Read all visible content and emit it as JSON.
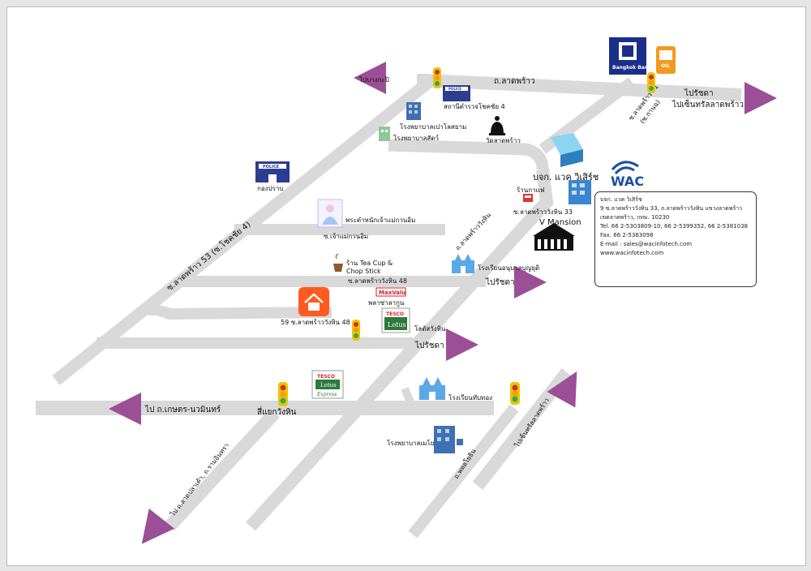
{
  "map": {
    "company_name": "บจก. แวค วิเสิร์ช",
    "logo_text": "WAC",
    "info": {
      "name": "บจก. แวค วิเสิร์ช",
      "address_1": "9 ซ.ลาดพร้าววังหิน 33, ถ.ลาดพร้าววังหิน แขวงลาดพร้าว",
      "address_2": "เขตลาดพร้าว, กทม. 10230",
      "tel": "Tel. 66 2-5303809-10, 66 2-5399352, 66 2-5381038",
      "fax": "Fax. 66 2-5383098",
      "email": "E-mail : sales@wacinfotech.com",
      "web": "www.wacinfotech.com"
    },
    "roads": {
      "lat_phrao": "ถ.ลาดพร้าว",
      "lat_phrao_53": "ซ.ลาดพร้าว 53 (ซ.โชคชัย 4)",
      "lat_phrao_41": "ซ.ลาดพร้าว 41",
      "soi_kanpai": "(ซ.กานฉ)",
      "soi_chao_mae": "ซ.เจ้าแม่กวนอิม",
      "lat_phrao_wang_hin": "ถ.ลาดพร้าววังหิน",
      "soi_wang_hin_33": "ซ.ลาดพร้าววังหิน 33",
      "soi_wang_hin_48": "ซ.ลาดพร้าววังหิน 48",
      "phahon": "ถ.พหลโยธิน",
      "si_yaek": "สี่แยกวังหิน"
    },
    "arrows": {
      "to_bang_kapi": "ไปบางกะปิ",
      "to_ratchada_top": "ไปรัชดา",
      "to_central": "ไปเซ็นทรัลลาดพร้าว",
      "to_ratchada_mid": "ไปรัชดา",
      "to_ratchada_low": "ไปรัชดา",
      "to_kaset": "ไป ถ.เกษตร-นวมินทร์",
      "to_lat_pla_khao": "ไป ถ.ลาดปลาเค้า, ถ.รามอินทรา",
      "to_central_low": "ไปเซ็นทรัลลาดพร้าว"
    },
    "places": {
      "bangkok_bank": "Bangkok Bank",
      "police_station": "สถานีตำรวจโชคชัย 4",
      "police_sign": "POLICE",
      "hospital_paolo": "โรงพยาบาลเปาโลสยาม",
      "animal_hospital": "โรงพยาบาลสัตว์",
      "wat": "วัดลาดพร้าว",
      "kong_prap": "กองปราบ",
      "shrine": "พระตำหนักเจ้าแม่กวนอิม",
      "coffee": "ร้านกาแฟ",
      "v_mansion": "V Mansion",
      "tea_cup_1": "ร้าน Tea Cup &",
      "tea_cup_2": "Chop Stick",
      "kindergarten": "โรงเรียนอนุบาลบุญยุติ",
      "maxvalu": "MaxValu",
      "plaza": "พลาซ่าลากูน",
      "home_59": "59 ซ.ลาดพร้าววังหิน 48",
      "tesco": "TESCO",
      "lotus": "Lotus",
      "lotus_label": "โลตัสวังหิน",
      "express": "Express",
      "school_thap": "โรงเรียนทับทอง",
      "hospital_mayo": "โรงพยาบาลเมโย",
      "oil": "OIL"
    },
    "colors": {
      "road": "#d9d9d9",
      "arrow": "#9b4f96",
      "police_blue": "#2c3e90",
      "bank_blue": "#1a2f8a",
      "wac_blue": "#1b4fa0",
      "home_orange": "#ff5a1f",
      "tesco_green": "#2d7a3c",
      "tesco_red": "#d2232a",
      "traffic_yellow": "#f2c200"
    }
  }
}
